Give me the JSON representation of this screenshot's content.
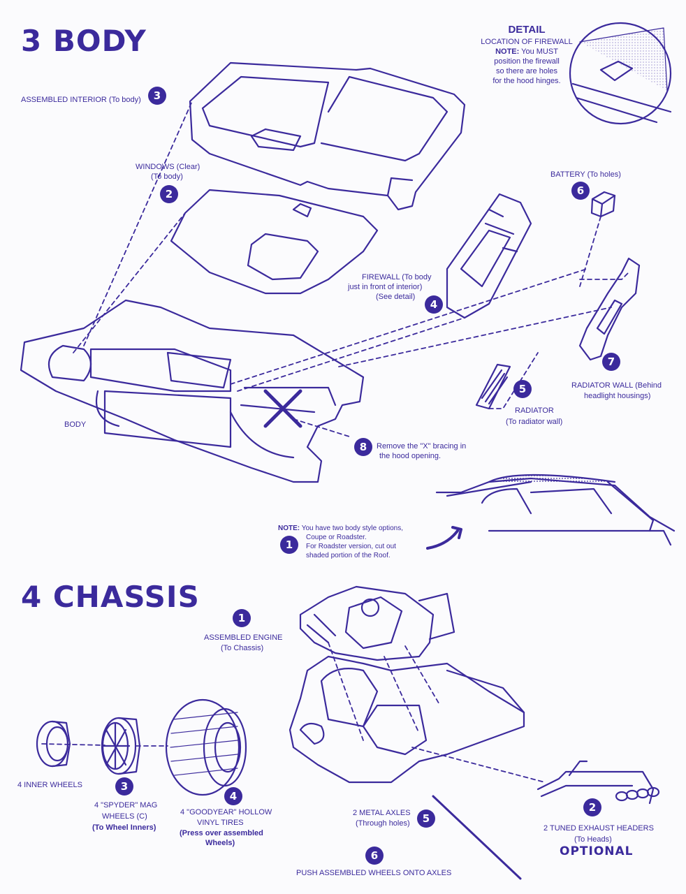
{
  "sections": {
    "body_title": "3 BODY",
    "chassis_title": "4 CHASSIS"
  },
  "detail": {
    "heading": "DETAIL",
    "line1": "LOCATION OF FIREWALL",
    "note_label": "NOTE:",
    "line2": " You MUST",
    "line3": "position the firewall",
    "line4": "so there are holes",
    "line5": "for the hood hinges."
  },
  "body_steps": {
    "s1": {
      "num": "1"
    },
    "s2": {
      "num": "2",
      "line1": "WINDOWS (Clear)",
      "line2": "(To body)"
    },
    "s3": {
      "num": "3",
      "line1": "ASSEMBLED INTERIOR (To body)"
    },
    "s4": {
      "num": "4",
      "line1": "FIREWALL (To body",
      "line2": "just in front of interior)",
      "line3": "(See detail)"
    },
    "s5": {
      "num": "5",
      "line1": "RADIATOR",
      "line2": "(To radiator wall)"
    },
    "s6": {
      "num": "6",
      "line1": "BATTERY (To holes)"
    },
    "s7": {
      "num": "7",
      "line1": "RADIATOR WALL (Behind",
      "line2": "headlight housings)"
    },
    "s8": {
      "num": "8",
      "line1": "Remove the \"X\" bracing in",
      "line2": "the hood opening."
    },
    "body_label": "BODY"
  },
  "note": {
    "label": "NOTE:",
    "line1": " You have two body style options,",
    "line2": "Coupe or Roadster.",
    "line3": "For Roadster version, cut out",
    "line4": "shaded portion of the Roof."
  },
  "chassis_steps": {
    "s1": {
      "num": "1",
      "line1": "ASSEMBLED ENGINE",
      "line2": "(To Chassis)"
    },
    "s2": {
      "num": "2",
      "line1": "2 TUNED EXHAUST HEADERS",
      "line2": "(To Heads)",
      "optional": "OPTIONAL"
    },
    "s3": {
      "num": "3",
      "line1": "4 \"SPYDER\" MAG",
      "line2": "WHEELS (C)",
      "line3": "(To Wheel Inners)"
    },
    "s4": {
      "num": "4",
      "line1": "4 \"GOODYEAR\" HOLLOW",
      "line2": "VINYL TIRES",
      "line3": "(Press over assembled",
      "line4": "Wheels)"
    },
    "s5": {
      "num": "5",
      "line1": "2 METAL AXLES",
      "line2": "(Through holes)"
    },
    "s6": {
      "num": "6",
      "line1": "PUSH ASSEMBLED WHEELS ONTO AXLES"
    },
    "inner_wheels": "4 INNER WHEELS"
  },
  "colors": {
    "ink": "#3b2a9c",
    "paper": "#fbfbfd"
  }
}
